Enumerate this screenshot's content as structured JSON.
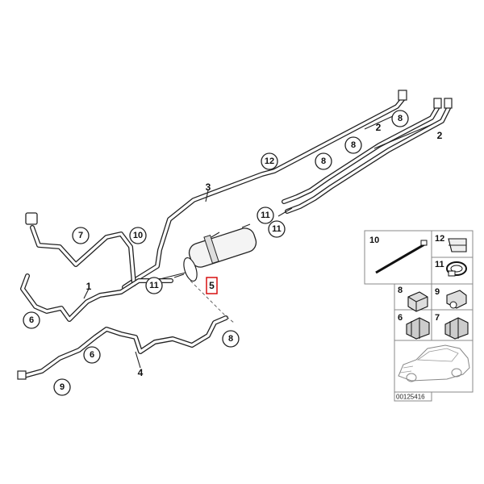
{
  "callouts": {
    "c12": "12",
    "c8a": "8",
    "c8b": "8",
    "c8c": "8",
    "c8d": "8",
    "c10": "10",
    "c7": "7",
    "c6a": "6",
    "c6b": "6",
    "c9": "9",
    "c11a": "11",
    "c11b": "11",
    "c11c": "11"
  },
  "labels": {
    "l1": "1",
    "l2a": "2",
    "l2b": "2",
    "l3": "3",
    "l4": "4",
    "l5": "5"
  },
  "panel": {
    "p10": "10",
    "p12": "12",
    "p11": "11",
    "p8": "8",
    "p9": "9",
    "p6": "6",
    "p7": "7",
    "image_id": "00125416"
  }
}
